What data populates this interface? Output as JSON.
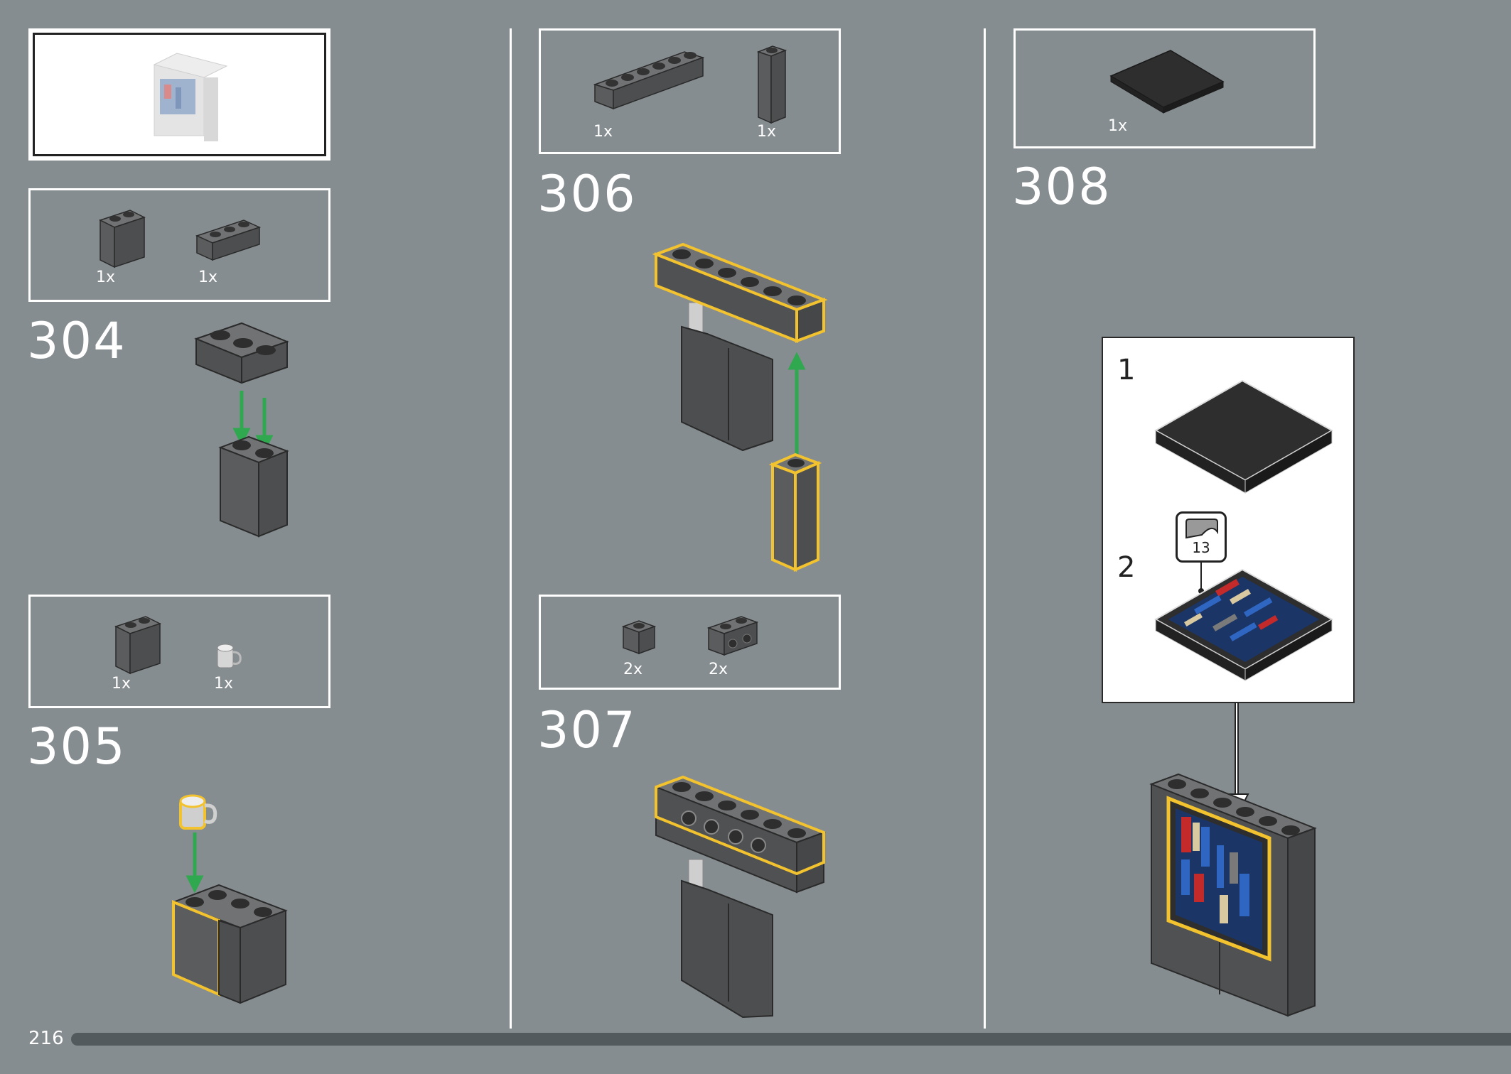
{
  "page": {
    "number": "216"
  },
  "colors": {
    "background": "#868d90",
    "brick": "#5a5c5e",
    "highlight": "#f2c22f",
    "arrow": "#2fa84f",
    "progress": "#535a5e"
  },
  "steps": [
    {
      "number": "304",
      "parts": [
        {
          "name": "dark-gray-brick-1x2x2",
          "qty": "1x"
        },
        {
          "name": "dark-gray-brick-1x3",
          "qty": "1x"
        }
      ]
    },
    {
      "number": "305",
      "parts": [
        {
          "name": "dark-gray-brick-1x2x2",
          "qty": "1x"
        },
        {
          "name": "light-gray-cup",
          "qty": "1x"
        }
      ]
    },
    {
      "number": "306",
      "parts": [
        {
          "name": "dark-gray-brick-1x6",
          "qty": "1x"
        },
        {
          "name": "dark-gray-brick-1x1x3",
          "qty": "1x"
        }
      ]
    },
    {
      "number": "307",
      "parts": [
        {
          "name": "dark-gray-brick-1x1",
          "qty": "2x"
        },
        {
          "name": "dark-gray-brick-1x2-studs-side",
          "qty": "2x"
        }
      ]
    },
    {
      "number": "308",
      "parts": [
        {
          "name": "black-tile-4x4",
          "qty": "1x"
        }
      ],
      "callout": {
        "sub_steps": [
          "1",
          "2"
        ],
        "sticker_number": "13"
      }
    }
  ]
}
